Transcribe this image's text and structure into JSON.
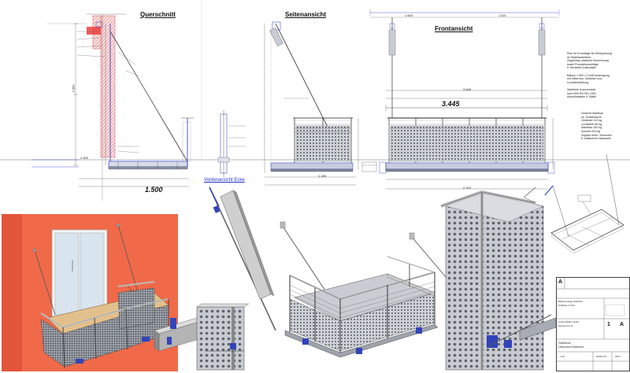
{
  "views": {
    "querschnitt": "Querschnitt",
    "seitenansicht": "Seitenansicht",
    "frontansicht": "Frontansicht",
    "vorderansicht_ecke": "Vorderansicht Ecke"
  },
  "dims": {
    "width_main": "3.445",
    "depth_main": "1.500",
    "d_2300": "2.300",
    "d_1600": "1.600",
    "d_1000": "1.000",
    "d_3445b": "3.445",
    "d_1185": "1.185",
    "d_1021": "1.021",
    "d_2315": "2.315"
  },
  "notes": {
    "front_spec": "Plan ist Grundlage für Werkplanung\nim Stahlbaubetrieb.\nZugehörig: statische Berechnung\nsowie Produktvorschläge\nlt. Hersteller Datenblatt.\n\nBalkon 1.500 x 3.445 Auskragung\nmit Gitterrost, Geländer und\nLochblechfüllung.",
    "front_spec2": "Stahlteile feuerverzinkt\nnach DIN EN ISO 1461\nAnschlussteile lt. Statik",
    "material": "Gewicht Stahlbau\nca. Schätzwerte\nGeländer 110 kg\nLochblech 80 kg\nStahlbau 420 kg\nSumme 610 kg\nZuglast Seile / Konsolen\nlt. statischem Nachweis"
  },
  "titleblock": {
    "index": "A",
    "project": "Balkonanlage Stahlbau",
    "client": "Stahlbau GmbH",
    "object": "Anbau Balkon Ecke",
    "street": "Musterweg 12",
    "sheet_no": "1",
    "rev": "A",
    "scale": "1:25",
    "drawing_no": "00322-P4",
    "title1": "Stahlbau",
    "title2": "Übersicht Balkone",
    "date": "2024"
  }
}
